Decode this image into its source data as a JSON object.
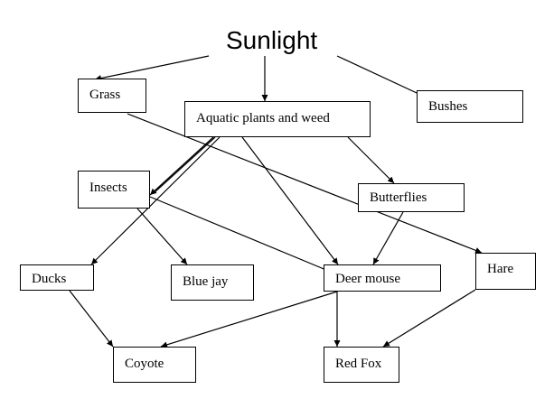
{
  "diagram": {
    "source": {
      "id": "sunlight",
      "label": "Sunlight"
    },
    "nodes": [
      {
        "id": "grass",
        "label": "Grass"
      },
      {
        "id": "aquatic",
        "label": "Aquatic plants and weed"
      },
      {
        "id": "bushes",
        "label": "Bushes"
      },
      {
        "id": "insects",
        "label": "Insects"
      },
      {
        "id": "butterflies",
        "label": "Butterflies"
      },
      {
        "id": "ducks",
        "label": "Ducks"
      },
      {
        "id": "bluejay",
        "label": "Blue jay"
      },
      {
        "id": "deermouse",
        "label": "Deer mouse"
      },
      {
        "id": "hare",
        "label": "Hare"
      },
      {
        "id": "coyote",
        "label": "Coyote"
      },
      {
        "id": "redfox",
        "label": "Red Fox"
      }
    ],
    "edges": [
      {
        "from": "sunlight",
        "to": "grass"
      },
      {
        "from": "sunlight",
        "to": "aquatic"
      },
      {
        "from": "sunlight",
        "to": "bushes"
      },
      {
        "from": "grass",
        "to": "hare"
      },
      {
        "from": "aquatic",
        "to": "insects"
      },
      {
        "from": "aquatic",
        "to": "ducks"
      },
      {
        "from": "aquatic",
        "to": "deermouse"
      },
      {
        "from": "aquatic",
        "to": "butterflies"
      },
      {
        "from": "insects",
        "to": "bluejay"
      },
      {
        "from": "insects",
        "to": "deermouse"
      },
      {
        "from": "butterflies",
        "to": "deermouse"
      },
      {
        "from": "ducks",
        "to": "coyote"
      },
      {
        "from": "deermouse",
        "to": "coyote"
      },
      {
        "from": "deermouse",
        "to": "redfox"
      },
      {
        "from": "hare",
        "to": "redfox"
      }
    ],
    "colors": {
      "line": "#000000",
      "box_border": "#000000",
      "background": "#ffffff"
    }
  }
}
